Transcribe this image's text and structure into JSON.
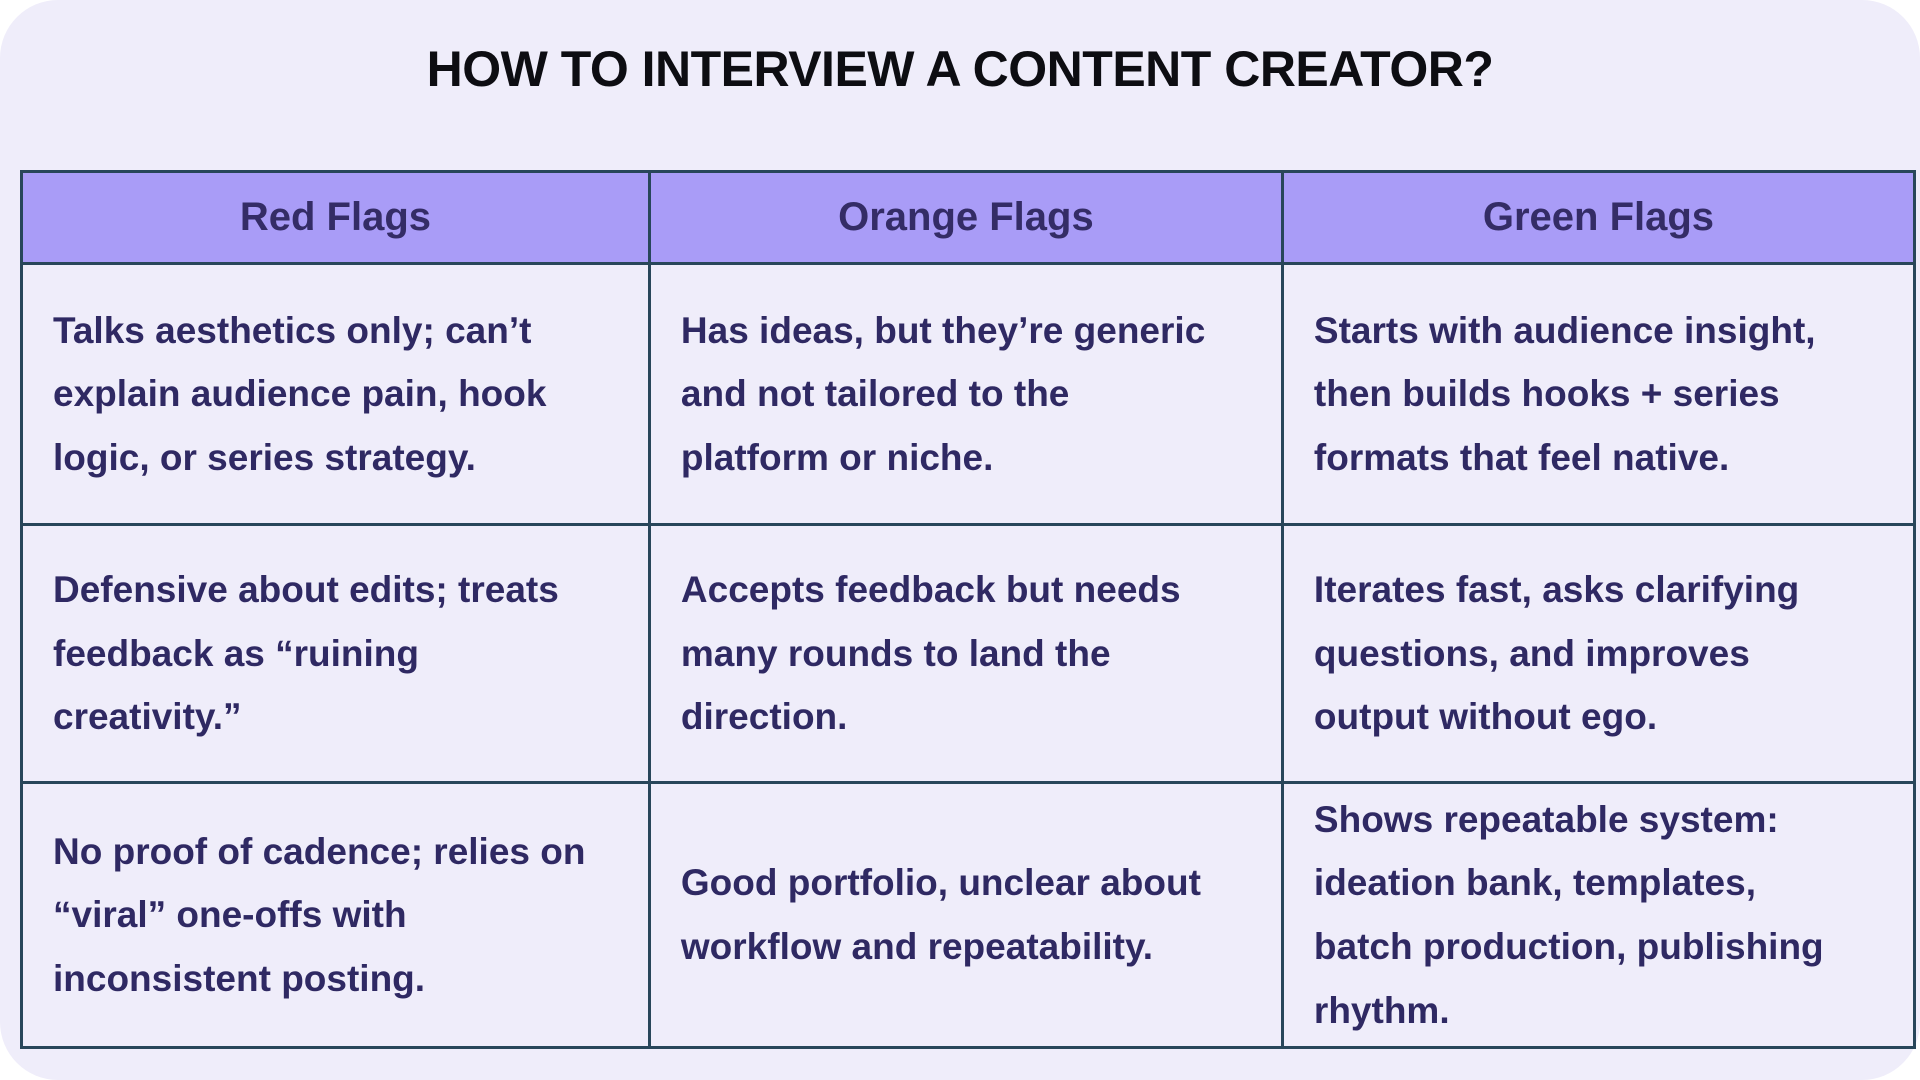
{
  "page": {
    "title": "HOW TO INTERVIEW A CONTENT CREATOR?"
  },
  "colors": {
    "page_background": "#FFFFFF",
    "card_background": "#EFEDFA",
    "header_background": "#A99CF7",
    "table_border": "#28465A",
    "body_text": "#2F2963",
    "header_text": "#342C66",
    "title_text": "#0D0D12"
  },
  "table": {
    "columns": [
      "Red Flags",
      "Orange Flags",
      "Green Flags"
    ],
    "rows": [
      [
        "Talks aesthetics only; can’t\nexplain audience pain, hook\nlogic, or series strategy.",
        "Has ideas, but they’re generic\nand not tailored to the\nplatform or niche.",
        "Starts with audience insight,\nthen builds hooks + series\nformats that feel native."
      ],
      [
        "Defensive about edits; treats\nfeedback as “ruining\ncreativity.”",
        "Accepts feedback but needs\nmany rounds to land the\ndirection.",
        "Iterates fast, asks clarifying\nquestions, and improves\noutput without ego."
      ],
      [
        "No proof of cadence; relies on\n“viral” one-offs with\ninconsistent posting.",
        "Good portfolio, unclear about\nworkflow and repeatability.",
        "Shows repeatable system:\nideation bank, templates,\nbatch production, publishing\nrhythm."
      ]
    ]
  }
}
